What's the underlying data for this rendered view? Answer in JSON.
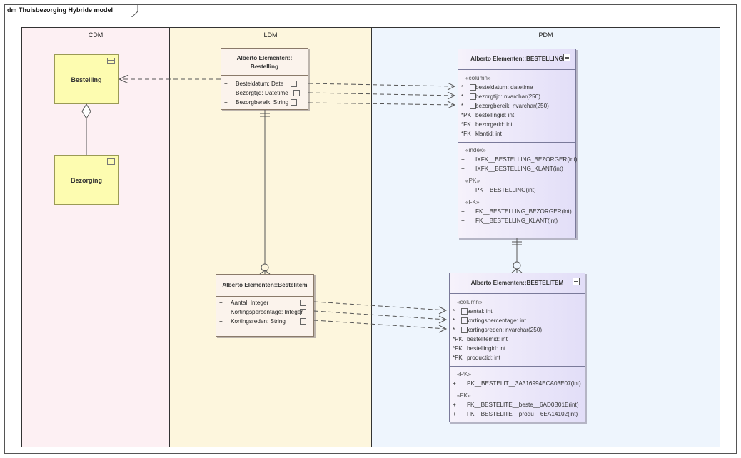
{
  "diagram": {
    "title": "dm Thuisbezorging Hybride model"
  },
  "lanes": {
    "cdm": "CDM",
    "ldm": "LDM",
    "pdm": "PDM"
  },
  "cdm": {
    "bestelling": "Bestelling",
    "bezorging": "Bezorging"
  },
  "ldm": {
    "bestelling": {
      "title1": "Alberto Elementen::",
      "title2": "Bestelling",
      "attrs": [
        {
          "vis": "+",
          "text": "Besteldatum: Date"
        },
        {
          "vis": "+",
          "text": "Bezorgtijd: Datetime"
        },
        {
          "vis": "+",
          "text": "Bezorgbereik: String"
        }
      ]
    },
    "bestelitem": {
      "title": "Alberto Elementen::Bestelitem",
      "attrs": [
        {
          "vis": "+",
          "text": "Aantal: Integer"
        },
        {
          "vis": "+",
          "text": "Kortingspercentage: Integer"
        },
        {
          "vis": "+",
          "text": "Kortingsreden: String"
        }
      ]
    }
  },
  "pdm": {
    "bestelling": {
      "title": "Alberto Elementen::BESTELLING",
      "column_stereo": "«column»",
      "columns": [
        {
          "key": "*",
          "text": "besteldatum: datetime"
        },
        {
          "key": "*",
          "text": "bezorgtijd: nvarchar(250)"
        },
        {
          "key": "*",
          "text": "bezorgbereik: nvarchar(250)"
        },
        {
          "key": "*PK",
          "text": "bestellingid: int"
        },
        {
          "key": "*FK",
          "text": "bezorgerid: int"
        },
        {
          "key": "*FK",
          "text": "klantid: int"
        }
      ],
      "index_stereo": "«index»",
      "indexes": [
        {
          "vis": "+",
          "text": "IXFK__BESTELLING_BEZORGER(int)"
        },
        {
          "vis": "+",
          "text": "IXFK__BESTELLING_KLANT(int)"
        }
      ],
      "pk_stereo": "«PK»",
      "pks": [
        {
          "vis": "+",
          "text": "PK__BESTELLING(int)"
        }
      ],
      "fk_stereo": "«FK»",
      "fks": [
        {
          "vis": "+",
          "text": "FK__BESTELLING_BEZORGER(int)"
        },
        {
          "vis": "+",
          "text": "FK__BESTELLING_KLANT(int)"
        }
      ]
    },
    "bestelitem": {
      "title": "Alberto Elementen::BESTELITEM",
      "column_stereo": "«column»",
      "columns": [
        {
          "key": "*",
          "text": "aantal: int"
        },
        {
          "key": "*",
          "text": "kortingspercentage: int"
        },
        {
          "key": "*",
          "text": "kortingsreden: nvarchar(250)"
        },
        {
          "key": "*PK",
          "text": "bestelitemid: int"
        },
        {
          "key": "*FK",
          "text": "bestellingid: int"
        },
        {
          "key": "*FK",
          "text": "productid: int"
        }
      ],
      "pk_stereo": "«PK»",
      "pks": [
        {
          "vis": "+",
          "text": "PK__BESTELIT__3A316994ECA03E07(int)"
        }
      ],
      "fk_stereo": "«FK»",
      "fks": [
        {
          "vis": "+",
          "text": "FK__BESTELITE__beste__6AD0B01E(int)"
        },
        {
          "vis": "+",
          "text": "FK__BESTELITE__produ__6EA14102(int)"
        }
      ]
    }
  }
}
